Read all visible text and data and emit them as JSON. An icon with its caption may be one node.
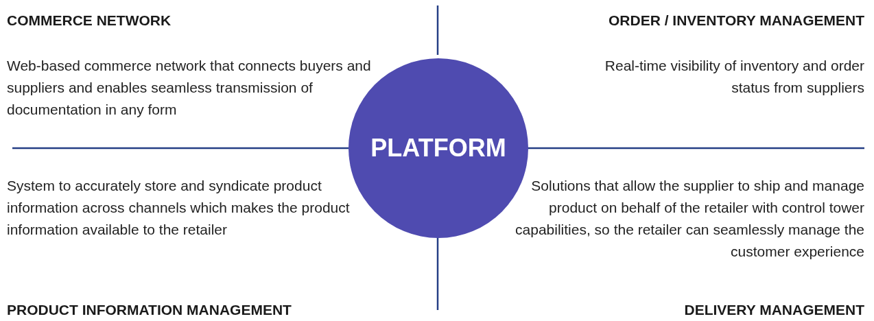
{
  "diagram": {
    "nodes": [
      {
        "text": [
          "PLATFORM"
        ]
      },
      {
        "text": [
          "COMMERCE NETWORK",
          "Web-based commerce network that connects buyers and suppliers and enables seamless transmission of documentation in any form"
        ]
      },
      {
        "text": [
          "ORDER / INVENTORY MANAGEMENT",
          "Real-time visibility of inventory and order status from suppliers"
        ]
      },
      {
        "text": [
          "System to accurately store and syndicate product information across channels which makes the product information available to the retailer",
          "PRODUCT INFORMATION MANAGEMENT"
        ]
      },
      {
        "text": [
          "Solutions that allow the supplier to ship and manage product on behalf of the retailer with control tower capabilities, so the retailer can seamlessly manage the customer experience",
          "DELIVERY MANAGEMENT"
        ]
      }
    ]
  }
}
